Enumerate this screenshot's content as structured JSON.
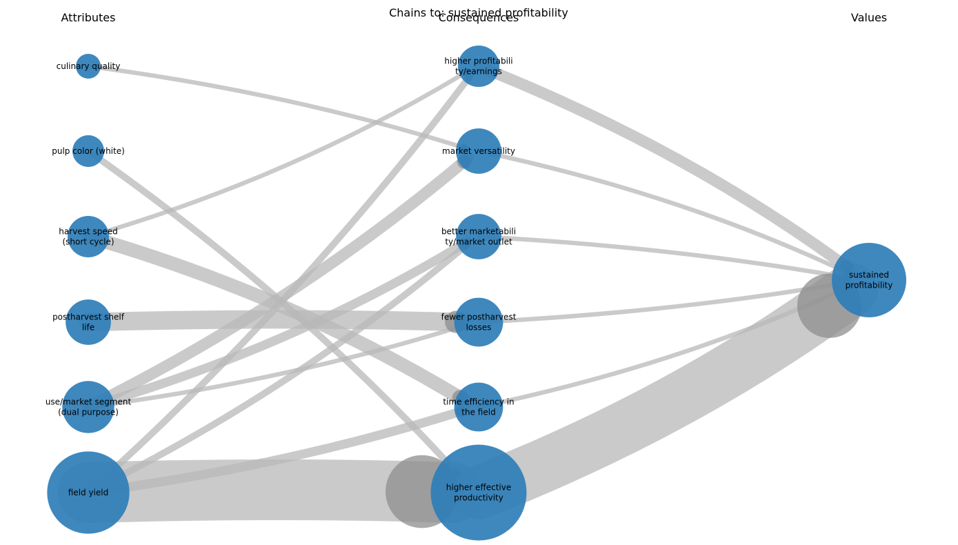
{
  "title": "Chains to: sustained profitability",
  "columns": {
    "attributes": "Attributes",
    "consequences": "Consequences",
    "values": "Values"
  },
  "colors": {
    "node": "#2e7eb8",
    "edge": "#b8b8b8",
    "arrow": "#8e8e8e"
  },
  "nodes": [
    {
      "id": "culinary",
      "level": "attribute",
      "rank": 0,
      "lines": [
        "culinary quality"
      ],
      "weight": 1
    },
    {
      "id": "pulp",
      "level": "attribute",
      "rank": 1,
      "lines": [
        "pulp color (white)"
      ],
      "weight": 2
    },
    {
      "id": "harvest",
      "level": "attribute",
      "rank": 2,
      "lines": [
        "harvest speed",
        "(short cycle)"
      ],
      "weight": 4
    },
    {
      "id": "shelf",
      "level": "attribute",
      "rank": 3,
      "lines": [
        "postharvest shelf",
        "life"
      ],
      "weight": 5
    },
    {
      "id": "usemarket",
      "level": "attribute",
      "rank": 4,
      "lines": [
        "use/market segment",
        "(dual purpose)"
      ],
      "weight": 7
    },
    {
      "id": "yield",
      "level": "attribute",
      "rank": 5,
      "lines": [
        "field yield"
      ],
      "weight": 20
    },
    {
      "id": "profit",
      "level": "consequence",
      "rank": 0,
      "lines": [
        "higher profitabili",
        "ty/earnings"
      ],
      "weight": 4
    },
    {
      "id": "versatility",
      "level": "consequence",
      "rank": 1,
      "lines": [
        "market versatility"
      ],
      "weight": 5
    },
    {
      "id": "marketability",
      "level": "consequence",
      "rank": 2,
      "lines": [
        "better marketabili",
        "ty/market outlet"
      ],
      "weight": 5
    },
    {
      "id": "losses",
      "level": "consequence",
      "rank": 3,
      "lines": [
        "fewer postharvest",
        "losses"
      ],
      "weight": 6
    },
    {
      "id": "time",
      "level": "consequence",
      "rank": 4,
      "lines": [
        "time efficiency in",
        "the field"
      ],
      "weight": 6
    },
    {
      "id": "productivity",
      "level": "consequence",
      "rank": 5,
      "lines": [
        "higher effective",
        "productivity"
      ],
      "weight": 28
    },
    {
      "id": "sustained",
      "level": "value",
      "rank": 0,
      "lines": [
        "sustained",
        "profitability"
      ],
      "weight": 16
    }
  ],
  "links": [
    {
      "from": "culinary",
      "to": "versatility",
      "weight": 1
    },
    {
      "from": "pulp",
      "to": "productivity",
      "weight": 2
    },
    {
      "from": "harvest",
      "to": "profit",
      "weight": 1
    },
    {
      "from": "harvest",
      "to": "time",
      "weight": 5
    },
    {
      "from": "shelf",
      "to": "losses",
      "weight": 7
    },
    {
      "from": "usemarket",
      "to": "versatility",
      "weight": 4
    },
    {
      "from": "usemarket",
      "to": "marketability",
      "weight": 3
    },
    {
      "from": "usemarket",
      "to": "losses",
      "weight": 1
    },
    {
      "from": "yield",
      "to": "profit",
      "weight": 2
    },
    {
      "from": "yield",
      "to": "marketability",
      "weight": 2
    },
    {
      "from": "yield",
      "to": "time",
      "weight": 3
    },
    {
      "from": "yield",
      "to": "productivity",
      "weight": 25
    },
    {
      "from": "profit",
      "to": "sustained",
      "weight": 4
    },
    {
      "from": "versatility",
      "to": "sustained",
      "weight": 1
    },
    {
      "from": "marketability",
      "to": "sustained",
      "weight": 1
    },
    {
      "from": "losses",
      "to": "sustained",
      "weight": 1
    },
    {
      "from": "time",
      "to": "sustained",
      "weight": 1
    },
    {
      "from": "productivity",
      "to": "sustained",
      "weight": 22
    }
  ]
}
